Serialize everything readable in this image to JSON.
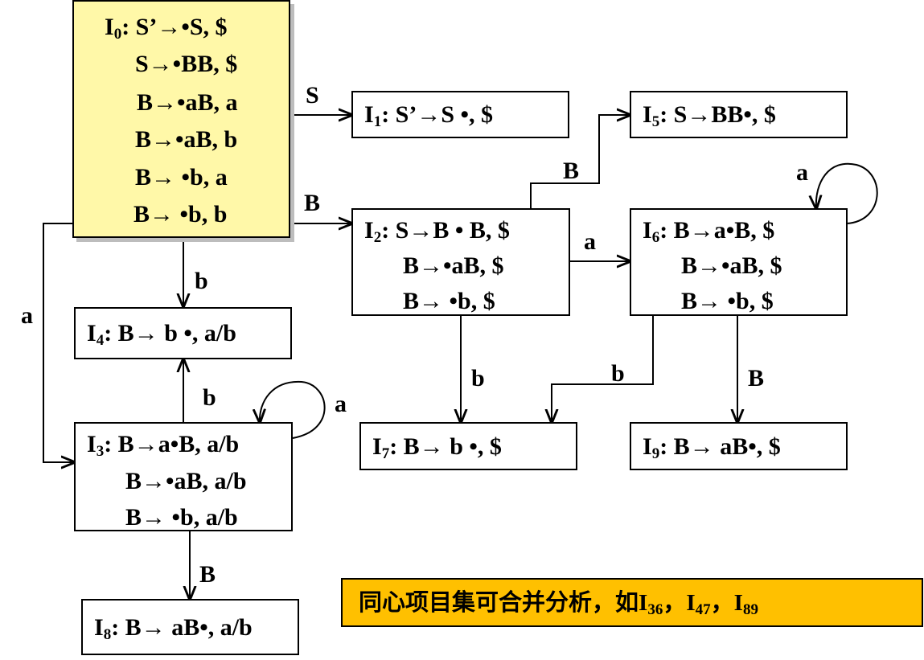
{
  "states": {
    "I0": {
      "name": "I",
      "sub": "0",
      "lines": [
        ": S’→•S, $",
        "S→•BB, $",
        "B→•aB, a",
        "B→•aB, b",
        "B→ •b, a",
        "B→ •b, b"
      ]
    },
    "I1": {
      "name": "I",
      "sub": "1",
      "lines": [
        ": S’→S •, $"
      ]
    },
    "I2": {
      "name": "I",
      "sub": "2",
      "lines": [
        ": S→B • B, $",
        "B→•aB, $",
        "B→ •b, $"
      ]
    },
    "I3": {
      "name": "I",
      "sub": "3",
      "lines": [
        ": B→a•B, a/b",
        "B→•aB, a/b",
        "B→ •b, a/b"
      ]
    },
    "I4": {
      "name": "I",
      "sub": "4",
      "lines": [
        ": B→ b •, a/b"
      ]
    },
    "I5": {
      "name": "I",
      "sub": "5",
      "lines": [
        ": S→BB•, $"
      ]
    },
    "I6": {
      "name": "I",
      "sub": "6",
      "lines": [
        ": B→a•B, $",
        "B→•aB, $",
        "B→ •b, $"
      ]
    },
    "I7": {
      "name": "I",
      "sub": "7",
      "lines": [
        ": B→ b •, $"
      ]
    },
    "I8": {
      "name": "I",
      "sub": "8",
      "lines": [
        ": B→ aB•, a/b"
      ]
    },
    "I9": {
      "name": "I",
      "sub": "9",
      "lines": [
        ": B→ aB•, $"
      ]
    }
  },
  "edge_labels": {
    "i0_i1": "S",
    "i0_i2": "B",
    "i0_i4": "b",
    "i0_i3": "a",
    "i3_i4": "b",
    "i3_loop": "a",
    "i3_i8": "B",
    "i2_i5": "B",
    "i2_i6": "a",
    "i2_i7": "b",
    "i6_loop": "a",
    "i6_i7": "b",
    "i6_i9": "B"
  },
  "note": {
    "text": "同心项目集可合并分析，如",
    "items": [
      {
        "name": "I",
        "sub": "36"
      },
      {
        "name": "I",
        "sub": "47"
      },
      {
        "name": "I",
        "sub": "89"
      }
    ],
    "separator": "，",
    "background": "#ffc000"
  },
  "colors": {
    "start_state": "#fff8a8"
  }
}
